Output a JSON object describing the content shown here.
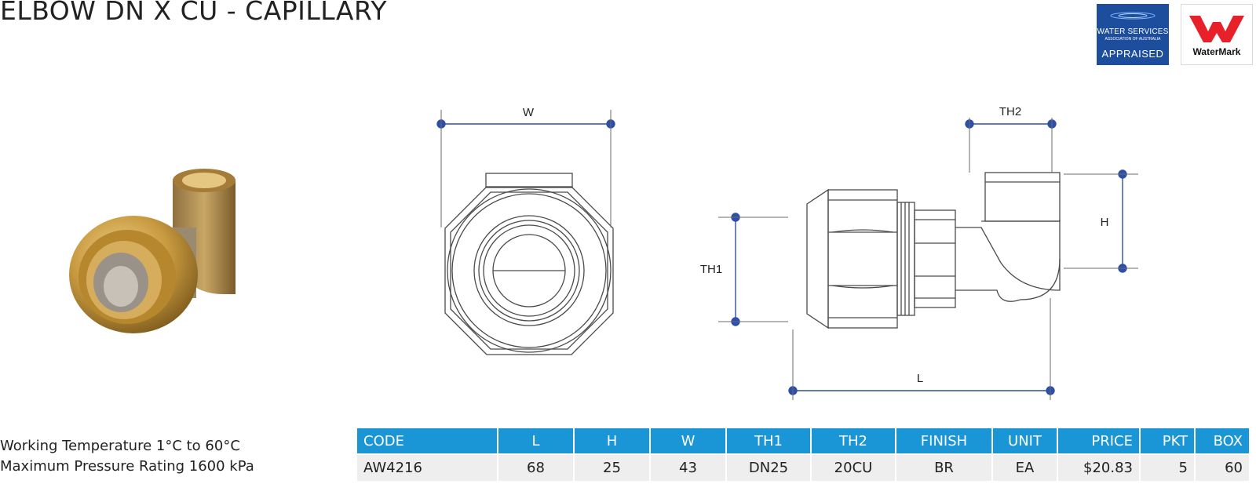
{
  "title": "ELBOW DN X CU - CAPILLARY",
  "logos": {
    "wsaa": {
      "line1": "WATER SERVICES",
      "line2": "ASSOCIATION OF AUSTRALIA",
      "line3": "APPRAISED",
      "color": "#1d4e9e"
    },
    "watermark": {
      "label": "WaterMark",
      "color": "#e8202a"
    }
  },
  "dimension_labels": {
    "w": "W",
    "th1": "TH1",
    "th2": "TH2",
    "h": "H",
    "l": "L"
  },
  "specs": {
    "temperature": "Working Temperature  1°C to 60°C",
    "pressure": "Maximum Pressure Rating  1600 kPa"
  },
  "table": {
    "headers": [
      "CODE",
      "L",
      "H",
      "W",
      "TH1",
      "TH2",
      "FINISH",
      "UNIT",
      "PRICE",
      "PKT",
      "BOX"
    ],
    "row": [
      "AW4216",
      "68",
      "25",
      "43",
      "DN25",
      "20CU",
      "BR",
      "EA",
      "$20.83",
      "5",
      "60"
    ]
  },
  "colors": {
    "accent": "#1a95d5",
    "dimension": "#2d4fa8"
  }
}
